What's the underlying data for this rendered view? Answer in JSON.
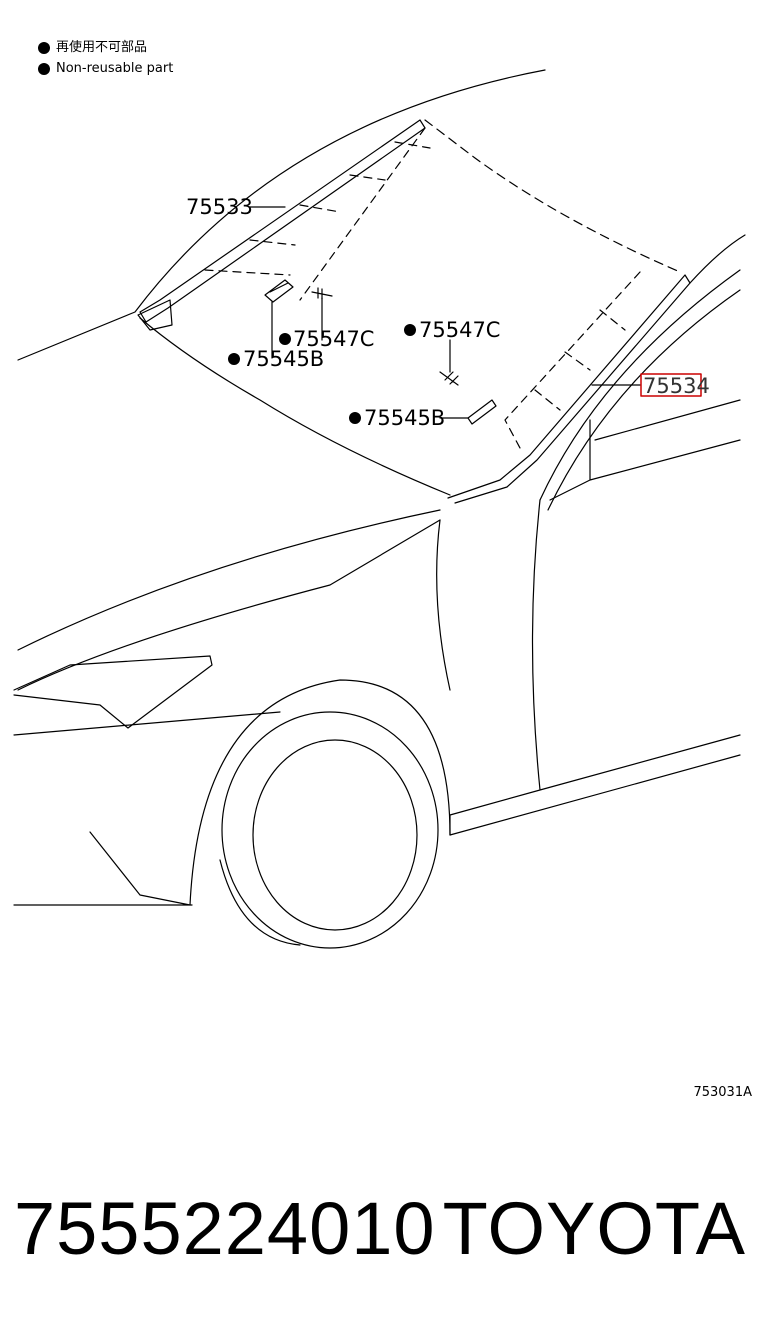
{
  "legend": {
    "items": [
      {
        "label_jp": "再使用不可部品",
        "icon": "filled-circle-icon"
      },
      {
        "label_en": "Non-reusable part",
        "icon": "filled-circle-icon"
      }
    ]
  },
  "callouts": {
    "c75533": "75533",
    "c75547c_left": "75547C",
    "c75545b_left": "75545B",
    "c75547c_right": "75547C",
    "c75545b_right": "75545B",
    "c75534": "75534"
  },
  "highlight_color": "#cc0000",
  "figure_code": "753031A",
  "part_number": "7555224010",
  "brand": "TOYOTA"
}
